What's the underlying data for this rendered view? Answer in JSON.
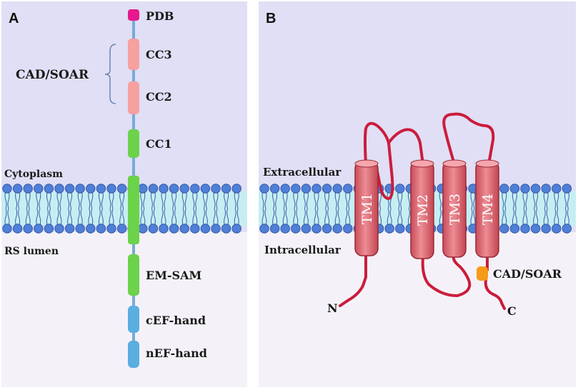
{
  "panel_a": {
    "letter": "A",
    "side_labels": {
      "top": "Cytoplasm",
      "bottom": "RS lumen"
    },
    "bracket_label": "CAD/SOAR",
    "domains": [
      {
        "label": "PDB",
        "color": "#e6198c"
      },
      {
        "label": "CC3",
        "color": "#f6a0a0"
      },
      {
        "label": "CC2",
        "color": "#f6a0a0"
      },
      {
        "label": "CC1",
        "color": "#6cd24a"
      },
      {
        "label": "",
        "color": "#6cd24a"
      },
      {
        "label": "EM-SAM",
        "color": "#6cd24a"
      },
      {
        "label": "cEF-hand",
        "color": "#5aaee0"
      },
      {
        "label": "nEF-hand",
        "color": "#5aaee0"
      }
    ]
  },
  "panel_b": {
    "letter": "B",
    "side_labels": {
      "top": "Extracellular",
      "bottom": "Intracellular"
    },
    "helices": [
      {
        "label": "TM1"
      },
      {
        "label": "TM2"
      },
      {
        "label": "TM3"
      },
      {
        "label": "TM4"
      }
    ],
    "n_terminus": "N",
    "c_terminus": "C",
    "cad_soar_label": "CAD/SOAR",
    "cad_soar_color": "#f59a1a",
    "loop_color": "#cc1c3c",
    "helix_color": "#e0707a"
  },
  "colors": {
    "top_bg": "#e0dff5",
    "bottom_bg": "#f4f2f8",
    "lipid_head": "#4f7fd6",
    "lipid_core": "#c6eef2",
    "linker": "#7aaad8"
  }
}
